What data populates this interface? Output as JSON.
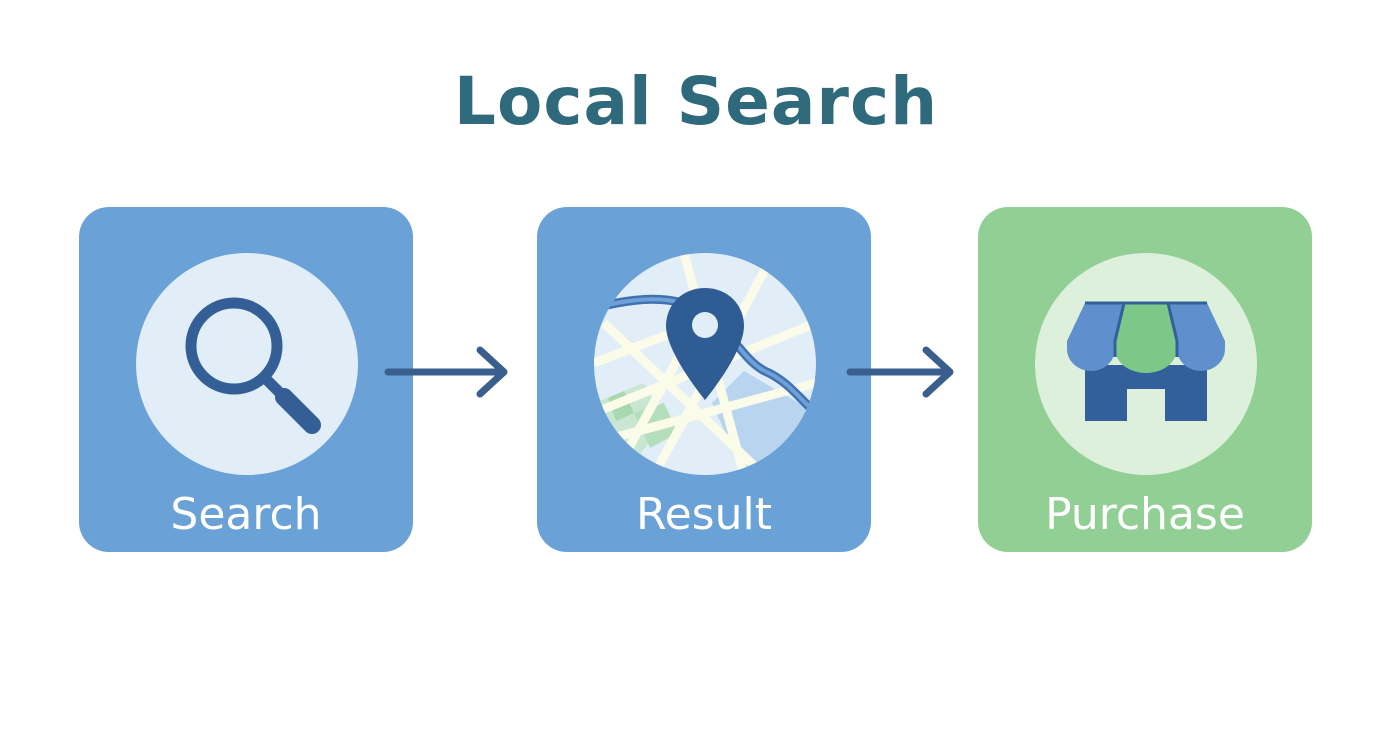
{
  "title": "Local Search",
  "steps": [
    {
      "label": "Search"
    },
    {
      "label": "Result"
    },
    {
      "label": "Purchase"
    }
  ],
  "icons": {
    "step1": "magnifying-glass-icon",
    "step2": "map-pin-icon",
    "step3": "storefront-icon"
  },
  "colors": {
    "title": "#2e6a7c",
    "blue_card": "#6aa1d6",
    "green_card": "#92cf95",
    "blue_circle": "#e1eef8",
    "green_circle": "#ddf0dc",
    "icon_dark": "#335f96",
    "arrow": "#3a5f8e"
  }
}
